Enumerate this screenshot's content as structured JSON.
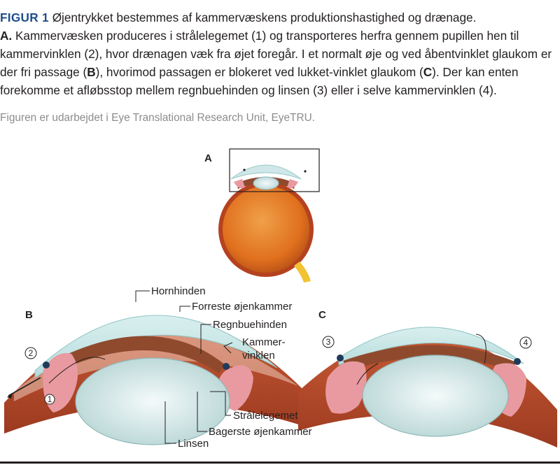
{
  "caption": {
    "figure_label": "FIGUR 1",
    "title_text": "Øjentrykket bestemmes af kammervæskens produktionshastighed og drænage.",
    "part_a_label": "A.",
    "text_1": "Kammervæsken produceres i strålelegemet (1) og transporteres herfra gennem pupillen hen til kammervinklen (2), hvor drænagen væk fra øjet foregår. I et normalt øje og ved åbentvinklet glaukom er der fri passage (",
    "b_ref": "B",
    "text_2": "), hvorimod passagen er blokeret ved lukket-vinklet glaukom (",
    "c_ref": "C",
    "text_3": "). Der kan enten forekomme et afløbsstop mellem regnbuehinden og linsen (3) eller i selve kammervinklen (4).",
    "credit": "Figuren er udarbejdet i Eye Translational Research Unit, EyeTRU."
  },
  "panels": {
    "a": "A",
    "b": "B",
    "c": "C"
  },
  "labels": {
    "hornhinden": "Hornhinden",
    "forreste": "Forreste øjenkammer",
    "regnbue": "Regnbuehinden",
    "kammer_1": "Kammer-",
    "kammer_2": "vinklen",
    "straale": "Strålelegemet",
    "bagerste": "Bagerste øjenkammer",
    "linsen": "Linsen"
  },
  "markers": {
    "m1": "1",
    "m2": "2",
    "m3": "3",
    "m4": "4"
  },
  "colors": {
    "caption_accent": "#1f4e8c",
    "cornea": "#cfe7e8",
    "iris": "#8f4a2e",
    "sclera": "#c4522f",
    "eyeball": "#e3782a",
    "lens": "#d6e8e8",
    "ciliary": "#e89aa0"
  }
}
